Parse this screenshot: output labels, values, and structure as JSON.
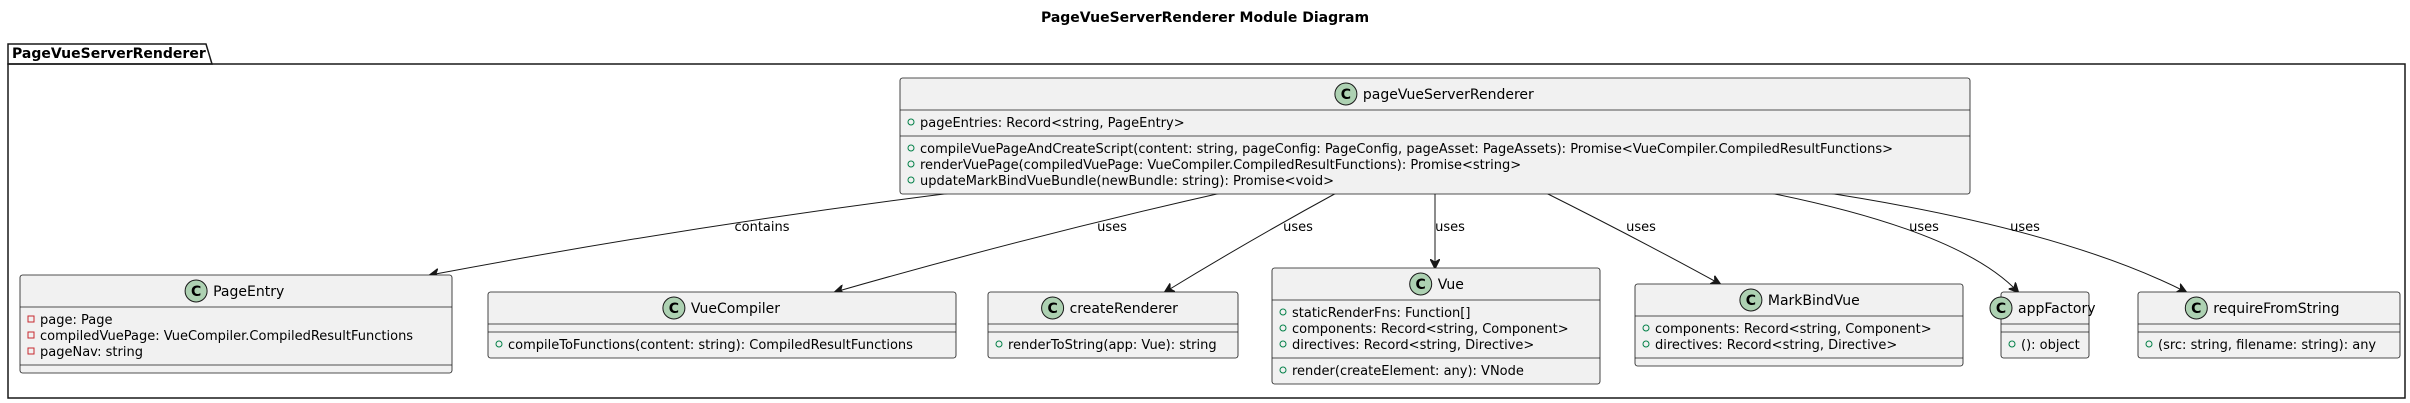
{
  "title": "PageVueServerRenderer Module Diagram",
  "package": {
    "name": "PageVueServerRenderer"
  },
  "colors": {
    "class_fill": "#f1f1f1",
    "border": "#181818",
    "class_icon": "#add1b2",
    "private_marker": "#c82930",
    "public_marker": "#038048"
  },
  "classes": [
    {
      "id": "pageVueServerRenderer",
      "name": "pageVueServerRenderer",
      "fields": [
        {
          "vis": "public",
          "text": "pageEntries: Record<string, PageEntry>"
        }
      ],
      "methods": [
        {
          "vis": "public",
          "text": "compileVuePageAndCreateScript(content: string, pageConfig: PageConfig, pageAsset: PageAssets): Promise<VueCompiler.CompiledResultFunctions>"
        },
        {
          "vis": "public",
          "text": "renderVuePage(compiledVuePage: VueCompiler.CompiledResultFunctions): Promise<string>"
        },
        {
          "vis": "public",
          "text": "updateMarkBindVueBundle(newBundle: string): Promise<void>"
        }
      ]
    },
    {
      "id": "PageEntry",
      "name": "PageEntry",
      "fields": [
        {
          "vis": "private",
          "text": "page: Page"
        },
        {
          "vis": "private",
          "text": "compiledVuePage: VueCompiler.CompiledResultFunctions"
        },
        {
          "vis": "private",
          "text": "pageNav: string"
        }
      ],
      "methods": []
    },
    {
      "id": "VueCompiler",
      "name": "VueCompiler",
      "fields": [],
      "methods": [
        {
          "vis": "public",
          "text": "compileToFunctions(content: string): CompiledResultFunctions"
        }
      ]
    },
    {
      "id": "createRenderer",
      "name": "createRenderer",
      "fields": [],
      "methods": [
        {
          "vis": "public",
          "text": "renderToString(app: Vue): string"
        }
      ]
    },
    {
      "id": "Vue",
      "name": "Vue",
      "fields": [
        {
          "vis": "public",
          "text": "staticRenderFns: Function[]"
        },
        {
          "vis": "public",
          "text": "components: Record<string, Component>"
        },
        {
          "vis": "public",
          "text": "directives: Record<string, Directive>"
        }
      ],
      "methods": [
        {
          "vis": "public",
          "text": "render(createElement: any): VNode"
        }
      ]
    },
    {
      "id": "MarkBindVue",
      "name": "MarkBindVue",
      "fields": [
        {
          "vis": "public",
          "text": "components: Record<string, Component>"
        },
        {
          "vis": "public",
          "text": "directives: Record<string, Directive>"
        }
      ],
      "methods": []
    },
    {
      "id": "appFactory",
      "name": "appFactory",
      "fields": [],
      "methods": [
        {
          "vis": "public",
          "text": "(): object"
        }
      ]
    },
    {
      "id": "requireFromString",
      "name": "requireFromString",
      "fields": [],
      "methods": [
        {
          "vis": "public",
          "text": "(src: string, filename: string): any"
        }
      ]
    }
  ],
  "relations": [
    {
      "from": "pageVueServerRenderer",
      "to": "PageEntry",
      "label": "contains"
    },
    {
      "from": "pageVueServerRenderer",
      "to": "VueCompiler",
      "label": "uses"
    },
    {
      "from": "pageVueServerRenderer",
      "to": "createRenderer",
      "label": "uses"
    },
    {
      "from": "pageVueServerRenderer",
      "to": "Vue",
      "label": "uses"
    },
    {
      "from": "pageVueServerRenderer",
      "to": "MarkBindVue",
      "label": "uses"
    },
    {
      "from": "pageVueServerRenderer",
      "to": "appFactory",
      "label": "uses"
    },
    {
      "from": "pageVueServerRenderer",
      "to": "requireFromString",
      "label": "uses"
    }
  ]
}
